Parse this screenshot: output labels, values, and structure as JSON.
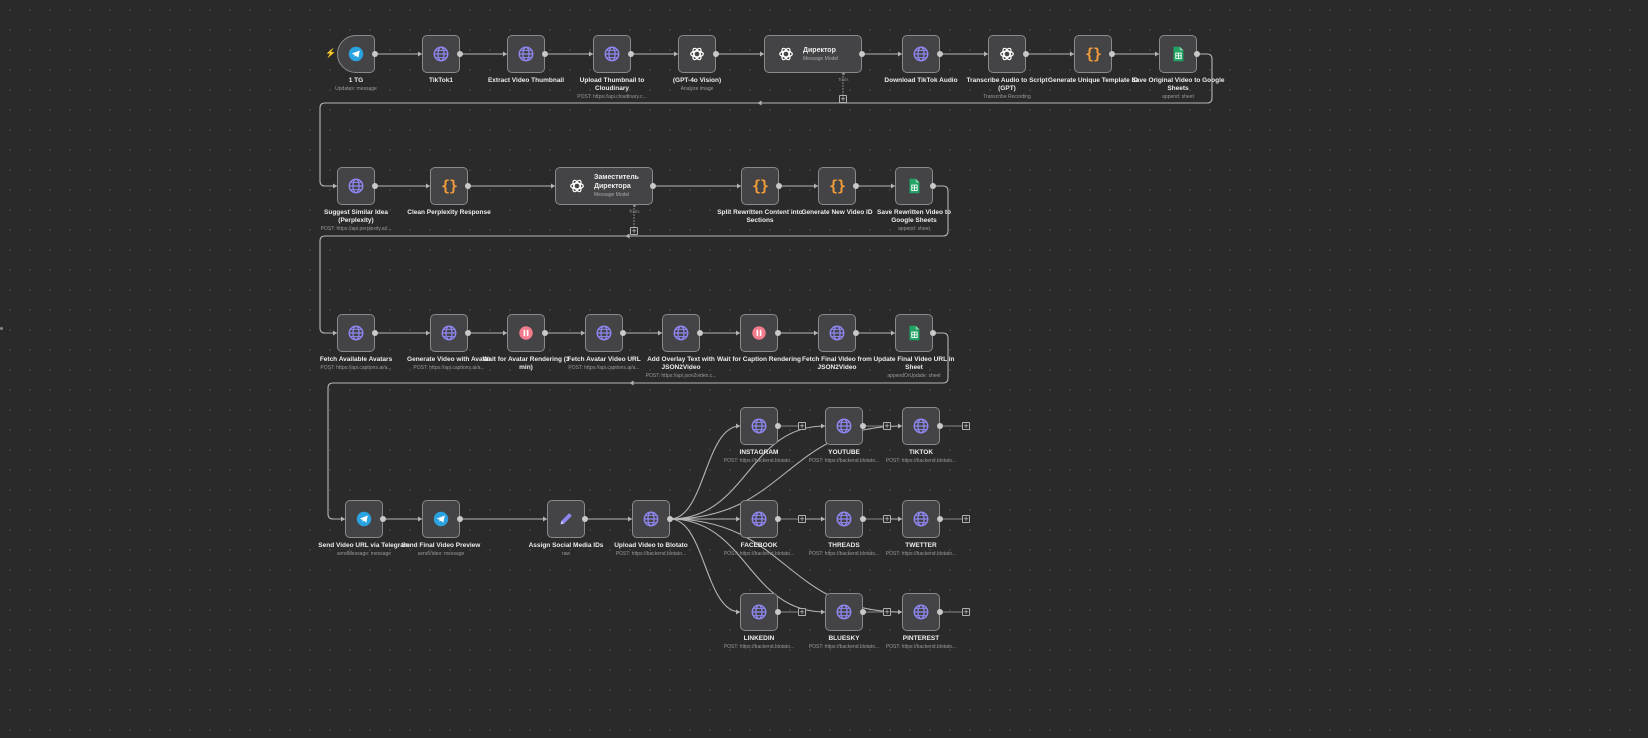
{
  "canvas": {
    "background": "#2a2a2a"
  },
  "nodes": {
    "tg": {
      "title": "1 TG",
      "sub": "Updates: message",
      "icon": "telegram-icon"
    },
    "tiktok1": {
      "title": "TikTok1",
      "sub": "",
      "icon": "globe-icon"
    },
    "extract": {
      "title": "Extract Video Thumbnail",
      "sub": "",
      "icon": "globe-icon"
    },
    "upload_thumb": {
      "title": "Upload Thumbnail to Cloudinary",
      "sub": "POST: https://api.cloudinary.c...",
      "icon": "globe-icon"
    },
    "gpt_vision": {
      "title": "(GPT-4o Vision)",
      "sub": "Analyze image",
      "icon": "openai-icon"
    },
    "director": {
      "title": "Директор",
      "sub": "Message Model",
      "tools": "Tools",
      "icon": "openai-icon"
    },
    "download_audio": {
      "title": "Download TikTok Audio",
      "sub": "",
      "icon": "globe-icon"
    },
    "transcribe": {
      "title": "Transcribe Audio to Script (GPT)",
      "sub": "Transcribe Recording",
      "icon": "openai-icon"
    },
    "gen_template": {
      "title": "Generate Unique Template ID",
      "sub": "",
      "icon": "code-icon"
    },
    "save_original": {
      "title": "Save Original Video to Google Sheets",
      "sub": "append: sheet",
      "icon": "sheets-icon"
    },
    "suggest": {
      "title": "Suggest Similar Idea (Perplexity)",
      "sub": "POST: https://api.perplexity.ai/...",
      "icon": "globe-icon"
    },
    "clean": {
      "title": "Clean Perplexity Response",
      "sub": "",
      "icon": "code-icon"
    },
    "deputy": {
      "title": "Заместитель Директора",
      "sub": "Message Model",
      "tools": "Tools",
      "icon": "openai-icon"
    },
    "split": {
      "title": "Split Rewritten Content into Sections",
      "sub": "",
      "icon": "code-icon"
    },
    "gen_video_id": {
      "title": "Generate New Video ID",
      "sub": "",
      "icon": "code-icon"
    },
    "save_rewritten": {
      "title": "Save Rewritten Video to Google Sheets",
      "sub": "append: sheet",
      "icon": "sheets-icon"
    },
    "fetch_avatars": {
      "title": "Fetch Available Avatars",
      "sub": "POST: https://api.captions.ai/a...",
      "icon": "globe-icon"
    },
    "gen_video": {
      "title": "Generate Video with Avatar",
      "sub": "POST: https://api.captions.ai/a...",
      "icon": "globe-icon"
    },
    "wait_avatar": {
      "title": "Wait for Avatar Rendering (3 min)",
      "sub": "",
      "icon": "pause-icon"
    },
    "fetch_avatar_url": {
      "title": "Fetch Avatar Video URL",
      "sub": "POST: https://api.captions.ai/a...",
      "icon": "globe-icon"
    },
    "overlay": {
      "title": "Add Overlay Text with JSON2Video",
      "sub": "POST: https://api.json2video.c...",
      "icon": "globe-icon"
    },
    "wait_caption": {
      "title": "Wait for Caption Rendering",
      "sub": "",
      "icon": "pause-icon"
    },
    "fetch_final": {
      "title": "Fetch Final Video from JSON2Video",
      "sub": "",
      "icon": "globe-icon"
    },
    "update_url": {
      "title": "Update Final Video URL in Sheet",
      "sub": "appendOrUpdate: sheet",
      "icon": "sheets-icon"
    },
    "send_url": {
      "title": "Send Video URL via Telegram",
      "sub": "sendMessage: message",
      "icon": "telegram-icon"
    },
    "send_preview": {
      "title": "Send Final Video Preview",
      "sub": "sendVideo: message",
      "icon": "telegram-icon"
    },
    "assign_ids": {
      "title": "Assign Social Media IDs",
      "sub": "raw",
      "icon": "pencil-icon"
    },
    "upload_blotato": {
      "title": "Upload Video to Blotato",
      "sub": "POST: https://backend.blotato...",
      "icon": "globe-icon"
    },
    "instagram": {
      "title": "INSTAGRAM",
      "sub": "POST: https://backend.blotato...",
      "icon": "globe-icon"
    },
    "youtube": {
      "title": "YOUTUBE",
      "sub": "POST: https://backend.blotato...",
      "icon": "globe-icon"
    },
    "tiktok": {
      "title": "TIKTOK",
      "sub": "POST: https://backend.blotato...",
      "icon": "globe-icon"
    },
    "facebook": {
      "title": "FACEBOOK",
      "sub": "POST: https://backend.blotato...",
      "icon": "globe-icon"
    },
    "threads": {
      "title": "THREADS",
      "sub": "POST: https://backend.blotato...",
      "icon": "globe-icon"
    },
    "twetter": {
      "title": "TWETTER",
      "sub": "POST: https://backend.blotato...",
      "icon": "globe-icon"
    },
    "linkedin": {
      "title": "LINKEDIN",
      "sub": "POST: https://backend.blotato...",
      "icon": "globe-icon"
    },
    "bluesky": {
      "title": "BLUESKY",
      "sub": "POST: https://backend.blotato...",
      "icon": "globe-icon"
    },
    "pinterest": {
      "title": "PINTEREST",
      "sub": "POST: https://backend.blotato...",
      "icon": "globe-icon"
    }
  },
  "colors": {
    "edge": "#b5b5b5",
    "node_bg": "#444446",
    "globe": "#8f86f0",
    "telegram": "#2aa3e0",
    "code": "#f39c3a",
    "sheets": "#21a464",
    "pause": "#f27c8d",
    "trigger_bolt": "#ff6b4a"
  }
}
